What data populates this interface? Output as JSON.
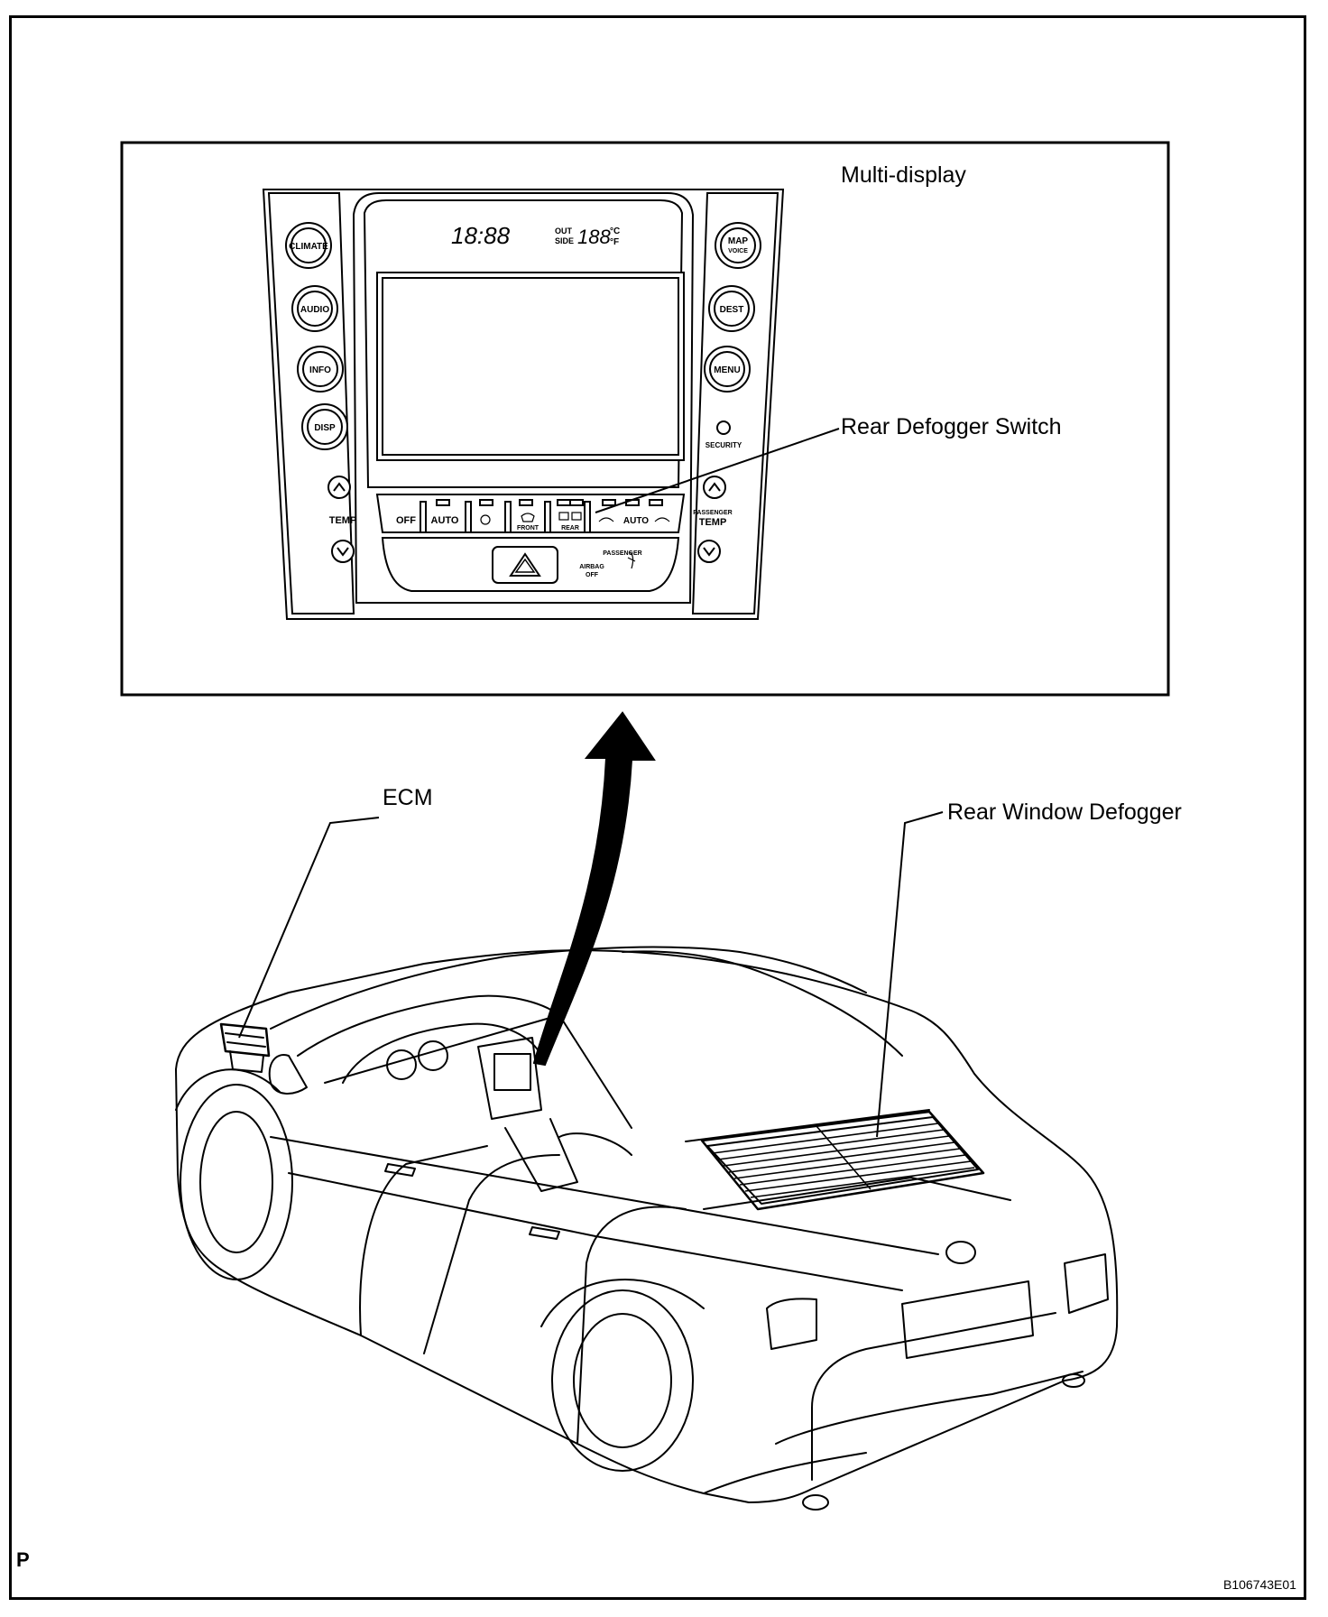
{
  "callouts": {
    "multi_display": "Multi-display",
    "rear_defogger_switch": "Rear Defogger Switch",
    "ecm": "ECM",
    "rear_window_defogger": "Rear Window Defogger"
  },
  "panel": {
    "clock": "18:88",
    "outside_label_top": "OUT",
    "outside_label_bottom": "SIDE",
    "outside_temp": "188",
    "temp_unit_c": "°C",
    "temp_unit_f": "°F",
    "left_buttons": [
      "CLIMATE",
      "AUDIO",
      "INFO",
      "DISP"
    ],
    "right_buttons": [
      "MAP",
      "DEST",
      "MENU"
    ],
    "map_sub": "VOICE",
    "security": "SECURITY",
    "temp_left": "TEMP",
    "temp_right_top": "PASSENGER",
    "temp_right": "TEMP",
    "climate_off": "OFF",
    "climate_auto": "AUTO",
    "front": "FRONT",
    "rear": "REAR",
    "auto_right": "AUTO",
    "passenger_top": "PASSENGER",
    "airbag_top": "AIRBAG",
    "airbag_bottom": "OFF"
  },
  "corner_left": "P",
  "corner_right": "B106743E01"
}
